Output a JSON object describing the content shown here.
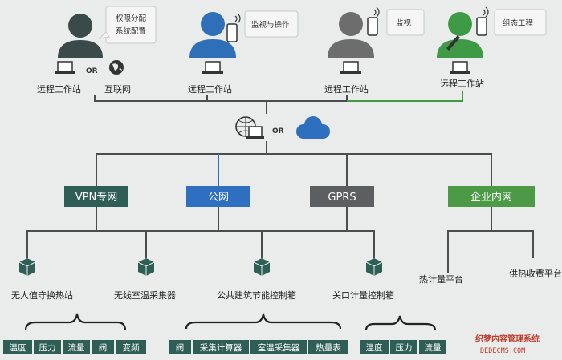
{
  "operators": [
    {
      "bubble": [
        "权限分配",
        "系统配置"
      ],
      "label": "远程工作站",
      "color": "#3a4a48"
    },
    {
      "bubble": [
        "监视与操作"
      ],
      "label": "远程工作站",
      "color": "#2f6fb8"
    },
    {
      "bubble": [
        "监视"
      ],
      "label": "远程工作站",
      "color": "#6d6d6d"
    },
    {
      "bubble": [
        "组态工程"
      ],
      "label": "远程工作站",
      "color": "#3f9a45"
    }
  ],
  "internet_label": "互联网",
  "or_text": "OR",
  "networks": [
    {
      "label": "VPN专网",
      "color": "#2f5e57"
    },
    {
      "label": "公网",
      "color": "#2e6fc0"
    },
    {
      "label": "GPRS",
      "color": "#5b5f5f"
    },
    {
      "label": "企业内网",
      "color": "#4c9a46"
    }
  ],
  "devices": [
    {
      "label": "无人值守换热站"
    },
    {
      "label": "无线室温采集器"
    },
    {
      "label": "公共建筑节能控制箱"
    },
    {
      "label": "关口计量控制箱"
    }
  ],
  "platforms": [
    {
      "label": "热计量平台"
    },
    {
      "label": "供热收费平台"
    }
  ],
  "param_groups": [
    [
      "温度",
      "压力",
      "流量",
      "阀",
      "变频"
    ],
    [
      "阀",
      "采集计算器",
      "室温采集器",
      "热量表"
    ],
    [
      "温度",
      "压力",
      "流量"
    ]
  ],
  "watermark": {
    "line1": "织梦内容管理系统",
    "line2": "DEDECMS.COM"
  },
  "colors": {
    "line": "#4a4f4e",
    "param_bg": "#2f5e57",
    "cube": "#2f5e57",
    "blue_line": "#2e6fc0"
  }
}
